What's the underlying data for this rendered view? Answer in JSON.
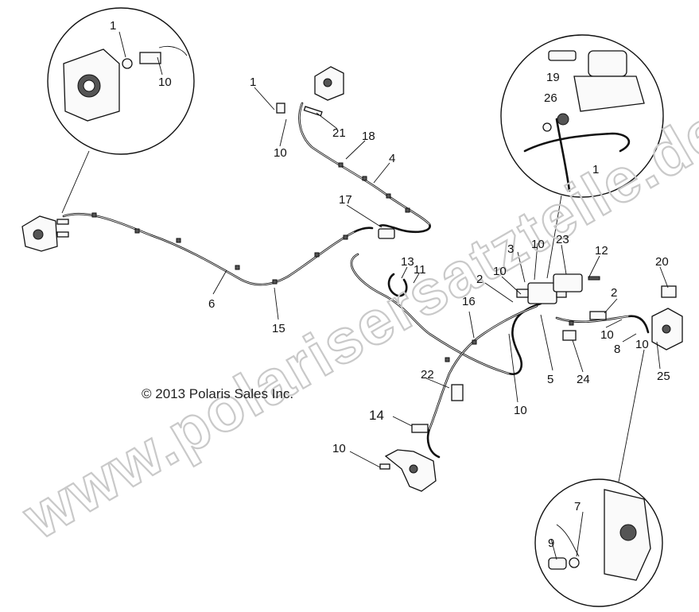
{
  "copyright": "© 2013 Polaris Sales Inc.",
  "watermark": "www.polarisersatzteile.de",
  "callouts": [
    "1",
    "10",
    "1",
    "10",
    "21",
    "18",
    "4",
    "17",
    "6",
    "15",
    "2",
    "10",
    "10",
    "3",
    "23",
    "12",
    "20",
    "13",
    "11",
    "16",
    "2",
    "10",
    "8",
    "25",
    "24",
    "5",
    "10",
    "22",
    "14",
    "10",
    "9",
    "7",
    "26",
    "19",
    "1",
    "10"
  ]
}
